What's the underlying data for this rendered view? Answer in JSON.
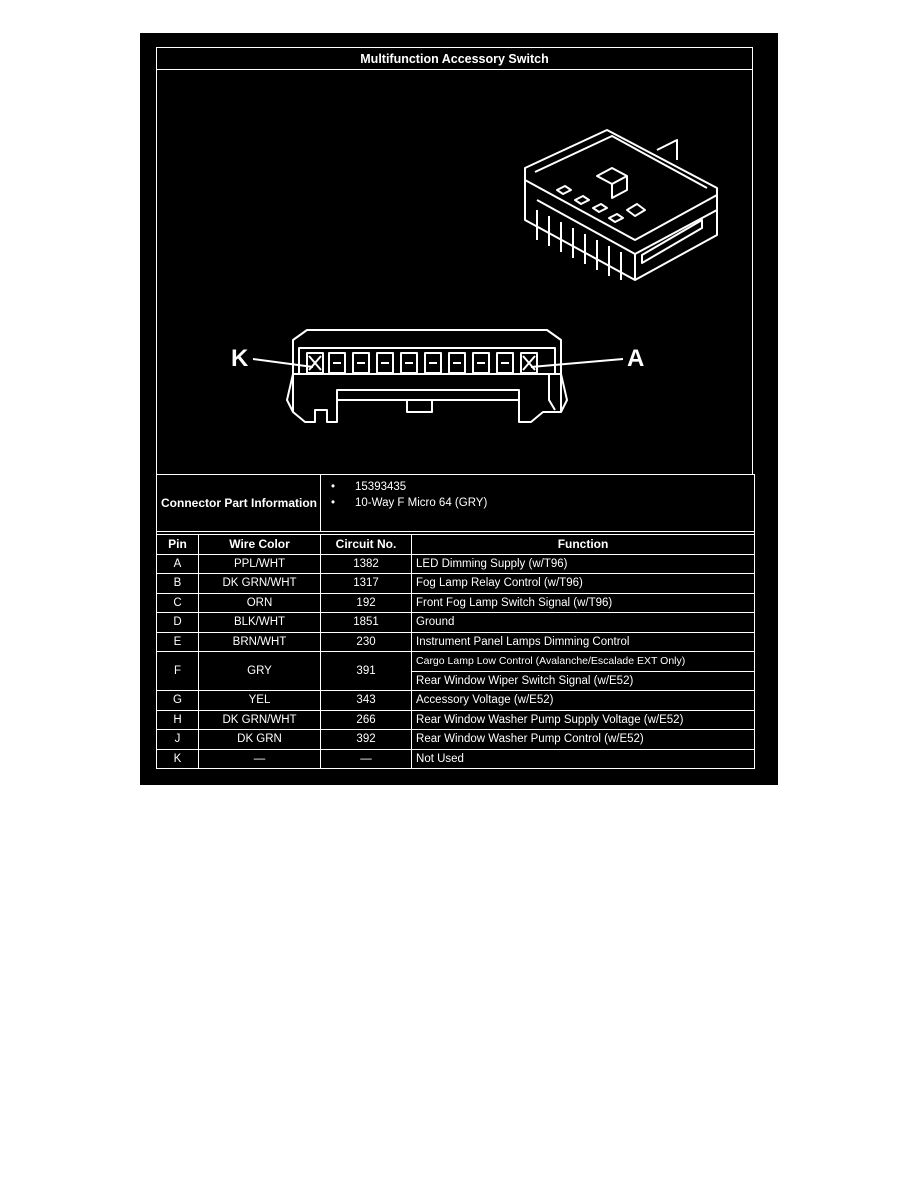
{
  "title": "Multifunction Accessory Switch",
  "diagram": {
    "left_label": "K",
    "right_label": "A"
  },
  "connector_info": {
    "label": "Connector Part Information",
    "items": [
      "15393435",
      "10-Way F Micro 64 (GRY)"
    ]
  },
  "headers": {
    "pin": "Pin",
    "wire": "Wire Color",
    "circuit": "Circuit No.",
    "function": "Function"
  },
  "rows": [
    {
      "pin": "A",
      "wire": "PPL/WHT",
      "circuit": "1382",
      "function": "LED Dimming Supply (w/T96)"
    },
    {
      "pin": "B",
      "wire": "DK GRN/WHT",
      "circuit": "1317",
      "function": "Fog Lamp Relay Control (w/T96)"
    },
    {
      "pin": "C",
      "wire": "ORN",
      "circuit": "192",
      "function": "Front Fog Lamp Switch Signal (w/T96)"
    },
    {
      "pin": "D",
      "wire": "BLK/WHT",
      "circuit": "1851",
      "function": "Ground"
    },
    {
      "pin": "E",
      "wire": "BRN/WHT",
      "circuit": "230",
      "function": "Instrument Panel Lamps Dimming Control"
    },
    {
      "pin": "F",
      "wire": "GRY",
      "circuit": "391",
      "function": "Cargo Lamp Low Control (Avalanche/Escalade EXT Only)",
      "function2": "Rear Window Wiper Switch Signal (w/E52)"
    },
    {
      "pin": "G",
      "wire": "YEL",
      "circuit": "343",
      "function": "Accessory Voltage (w/E52)"
    },
    {
      "pin": "H",
      "wire": "DK GRN/WHT",
      "circuit": "266",
      "function": "Rear Window Washer Pump Supply Voltage (w/E52)"
    },
    {
      "pin": "J",
      "wire": "DK GRN",
      "circuit": "392",
      "function": "Rear Window Washer Pump Control (w/E52)"
    },
    {
      "pin": "K",
      "wire": "—",
      "circuit": "—",
      "function": "Not Used"
    }
  ]
}
